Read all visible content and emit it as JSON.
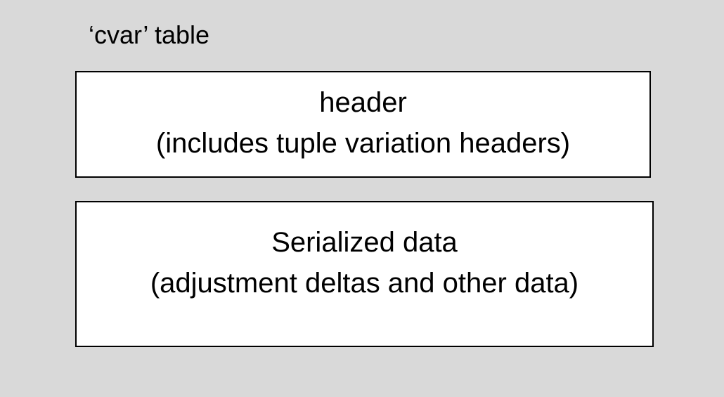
{
  "title": "‘cvar’ table",
  "boxes": [
    {
      "name": "header-box",
      "line1": "header",
      "line2": "(includes tuple variation headers)"
    },
    {
      "name": "serialized-data-box",
      "line1": "Serialized data",
      "line2": "(adjustment deltas and other data)"
    }
  ],
  "colors": {
    "background": "#d9d9d9",
    "box_fill": "#ffffff",
    "box_border": "#000000",
    "text": "#000000"
  }
}
